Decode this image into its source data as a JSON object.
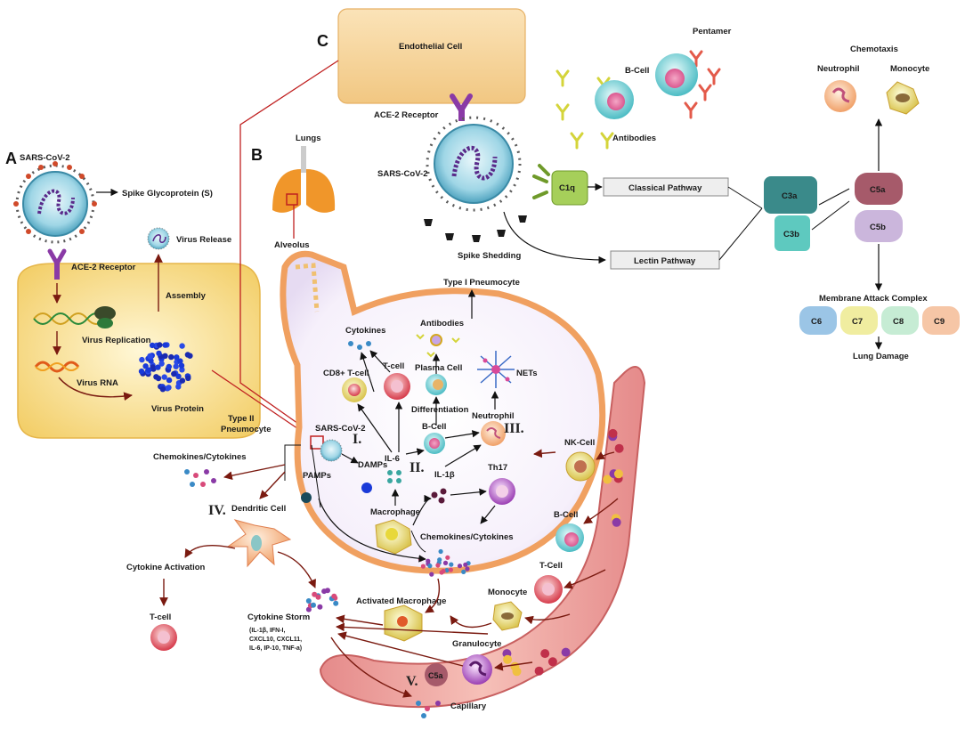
{
  "panels": {
    "a": "A",
    "b": "B",
    "c": "C"
  },
  "panel_a": {
    "virus": "SARS-CoV-2",
    "spike": "Spike Glycoprotein (S)",
    "receptor": "ACE-2 Receptor",
    "release": "Virus Release",
    "assembly": "Assembly",
    "replication": "Virus Replication",
    "rna": "Virus RNA",
    "protein": "Virus Protein"
  },
  "panel_b": {
    "lungs": "Lungs",
    "alveolus": "Alveolus",
    "type1": "Type I Pneumocyte",
    "cytokines": "Cytokines",
    "antibodies": "Antibodies",
    "cd8": "CD8+ T-cell",
    "tcell": "T-cell",
    "plasma": "Plasma Cell",
    "differentiation": "Differentiation",
    "nets": "NETs",
    "neutrophil": "Neutrophil",
    "bcell": "B-Cell",
    "type2_line1": "Type II",
    "type2_line2": "Pneumocyte",
    "virus": "SARS-CoV-2",
    "damps": "DAMPs",
    "pamps": "PAMPs",
    "il6": "IL-6",
    "il1b": "IL-1β",
    "th17": "Th17",
    "macrophage": "Macrophage",
    "chemokines_inner": "Chemokines/Cytokines",
    "chemokines_outer": "Chemokines/Cytokines",
    "dendritic": "Dendritic Cell",
    "cytokine_activation": "Cytokine Activation",
    "tcell_outer": "T-cell",
    "storm_title": "Cytokine Storm",
    "storm_line1": "(IL-1β, IFN-I,",
    "storm_line2": "CXCL10, CXCL11,",
    "storm_line3": "IL-6, IP-10, TNF-a)",
    "activated_macrophage": "Activated Macrophage",
    "nkcell": "NK-Cell",
    "bcell_vessel": "B-Cell",
    "tcell_vessel": "T-Cell",
    "monocyte": "Monocyte",
    "granulocyte": "Granulocyte",
    "c5a": "C5a",
    "capillary": "Capillary",
    "roman": {
      "i": "I.",
      "ii": "II.",
      "iii": "III.",
      "iv": "IV.",
      "v": "V."
    }
  },
  "panel_c": {
    "endothelial": "Endothelial Cell",
    "receptor": "ACE-2 Receptor",
    "pentamer": "Pentamer",
    "bcell": "B-Cell",
    "antibodies": "Antibodies",
    "virus": "SARS-CoV-2",
    "c1q": "C1q",
    "classical": "Classical Pathway",
    "lectin": "Lectin Pathway",
    "shedding": "Spike Shedding",
    "c3a": "C3a",
    "c3b": "C3b",
    "c5a": "C5a",
    "c5b": "C5b",
    "chemotaxis": "Chemotaxis",
    "neutrophil": "Neutrophil",
    "monocyte": "Monocyte",
    "mac": "Membrane Attack Complex",
    "c6": "C6",
    "c7": "C7",
    "c8": "C8",
    "c9": "C9",
    "damage": "Lung Damage"
  }
}
